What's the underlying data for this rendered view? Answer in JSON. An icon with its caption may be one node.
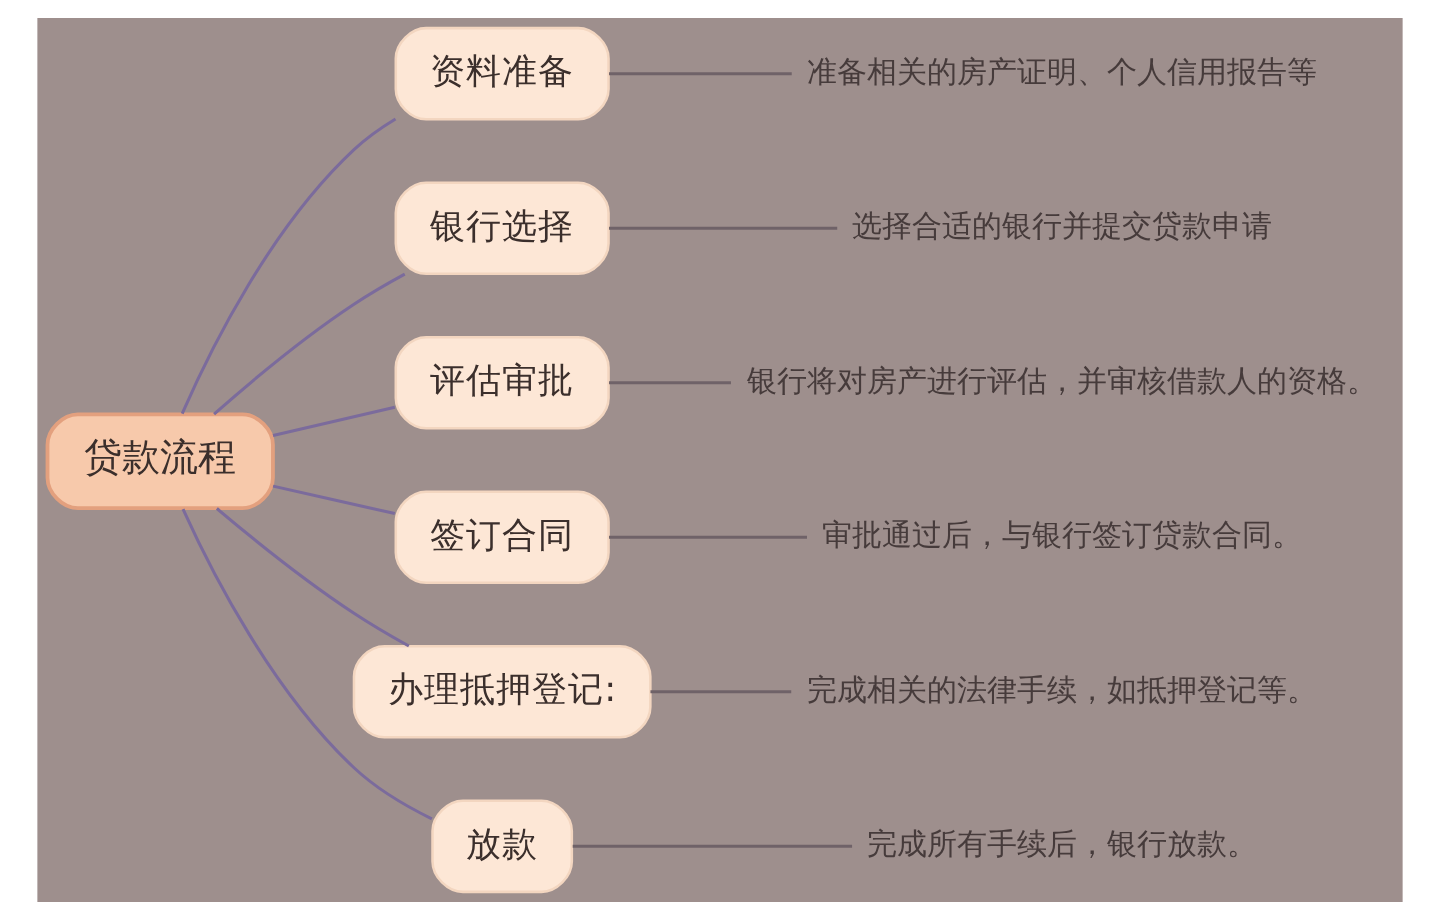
{
  "diagram": {
    "nodes": [
      {
        "text": [
          "贷款流程"
        ]
      },
      {
        "text": [
          "资料准备"
        ]
      },
      {
        "text": [
          "准备相关的房产证明、个人信用报告等"
        ]
      },
      {
        "text": [
          "银行选择"
        ]
      },
      {
        "text": [
          "选择合适的银行并提交贷款申请"
        ]
      },
      {
        "text": [
          "评估审批"
        ]
      },
      {
        "text": [
          "银行将对房产进行评估，并审核借款人的资格。"
        ]
      },
      {
        "text": [
          "签订合同"
        ]
      },
      {
        "text": [
          "审批通过后，与银行签订贷款合同。"
        ]
      },
      {
        "text": [
          "办理抵押登记:"
        ]
      },
      {
        "text": [
          "完成相关的法律手续，如抵押登记等。"
        ]
      },
      {
        "text": [
          "放款"
        ]
      },
      {
        "text": [
          "完成所有手续后，银行放款。"
        ]
      }
    ],
    "edges": [
      {
        "from": 0,
        "to": 1,
        "arrow": "none",
        "color": "#7b6b9c"
      },
      {
        "from": 1,
        "to": 2,
        "arrow": "none",
        "color": "#6f6268"
      },
      {
        "from": 0,
        "to": 3,
        "arrow": "none",
        "color": "#7b6b9c"
      },
      {
        "from": 3,
        "to": 4,
        "arrow": "none",
        "color": "#6f6268"
      },
      {
        "from": 0,
        "to": 5,
        "arrow": "none",
        "color": "#7b6b9c"
      },
      {
        "from": 5,
        "to": 6,
        "arrow": "none",
        "color": "#6f6268"
      },
      {
        "from": 0,
        "to": 7,
        "arrow": "none",
        "color": "#7b6b9c"
      },
      {
        "from": 7,
        "to": 8,
        "arrow": "none",
        "color": "#6f6268"
      },
      {
        "from": 0,
        "to": 9,
        "arrow": "none",
        "color": "#7b6b9c"
      },
      {
        "from": 9,
        "to": 10,
        "arrow": "none",
        "color": "#6f6268"
      },
      {
        "from": 0,
        "to": 11,
        "arrow": "none",
        "color": "#7b6b9c"
      },
      {
        "from": 11,
        "to": 12,
        "arrow": "none",
        "color": "#6f6268"
      }
    ]
  }
}
